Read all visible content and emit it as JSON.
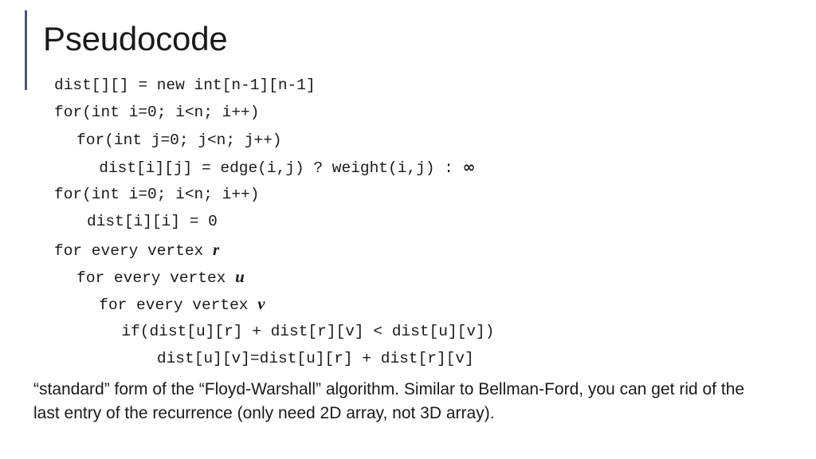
{
  "slide": {
    "title": "Pseudocode",
    "accent_color": "#4f5372",
    "background_color": "#ffffff",
    "text_color": "#1a1a1a"
  },
  "code": {
    "lines": [
      {
        "indent": 0,
        "pre": "dist[][] = new int[n-1][n-1]",
        "var": "",
        "post": ""
      },
      {
        "indent": 0,
        "pre": "for(int i=0; i<n; i++)",
        "var": "",
        "post": ""
      },
      {
        "indent": 2.4,
        "pre": "for(int j=0; j<n; j++)",
        "var": "",
        "post": ""
      },
      {
        "indent": 4.8,
        "pre": "dist[i][j] = edge(i,j) ? weight(i,j) : ",
        "var": "",
        "post": "",
        "infinity": "∞"
      },
      {
        "indent": 0,
        "pre": "for(int i=0; i<n; i++)",
        "var": "",
        "post": ""
      },
      {
        "indent": 3.5,
        "pre": "dist[i][i] = 0",
        "var": "",
        "post": ""
      },
      {
        "indent": 0,
        "pre": "for every vertex ",
        "var": "r",
        "post": ""
      },
      {
        "indent": 2.4,
        "pre": "for every vertex ",
        "var": "u",
        "post": ""
      },
      {
        "indent": 4.8,
        "pre": "for every vertex ",
        "var": "v",
        "post": ""
      },
      {
        "indent": 7.2,
        "pre": "if(dist[u][r] + dist[r][v] < dist[u][v])",
        "var": "",
        "post": ""
      },
      {
        "indent": 11,
        "pre": "dist[u][v]=dist[u][r] + dist[r][v]",
        "var": "",
        "post": ""
      }
    ]
  },
  "body": {
    "paragraph": "“standard” form of the “Floyd-Warshall” algorithm. Similar to Bellman-Ford, you can get rid of the last entry of the recurrence (only need 2D array, not 3D array)."
  }
}
